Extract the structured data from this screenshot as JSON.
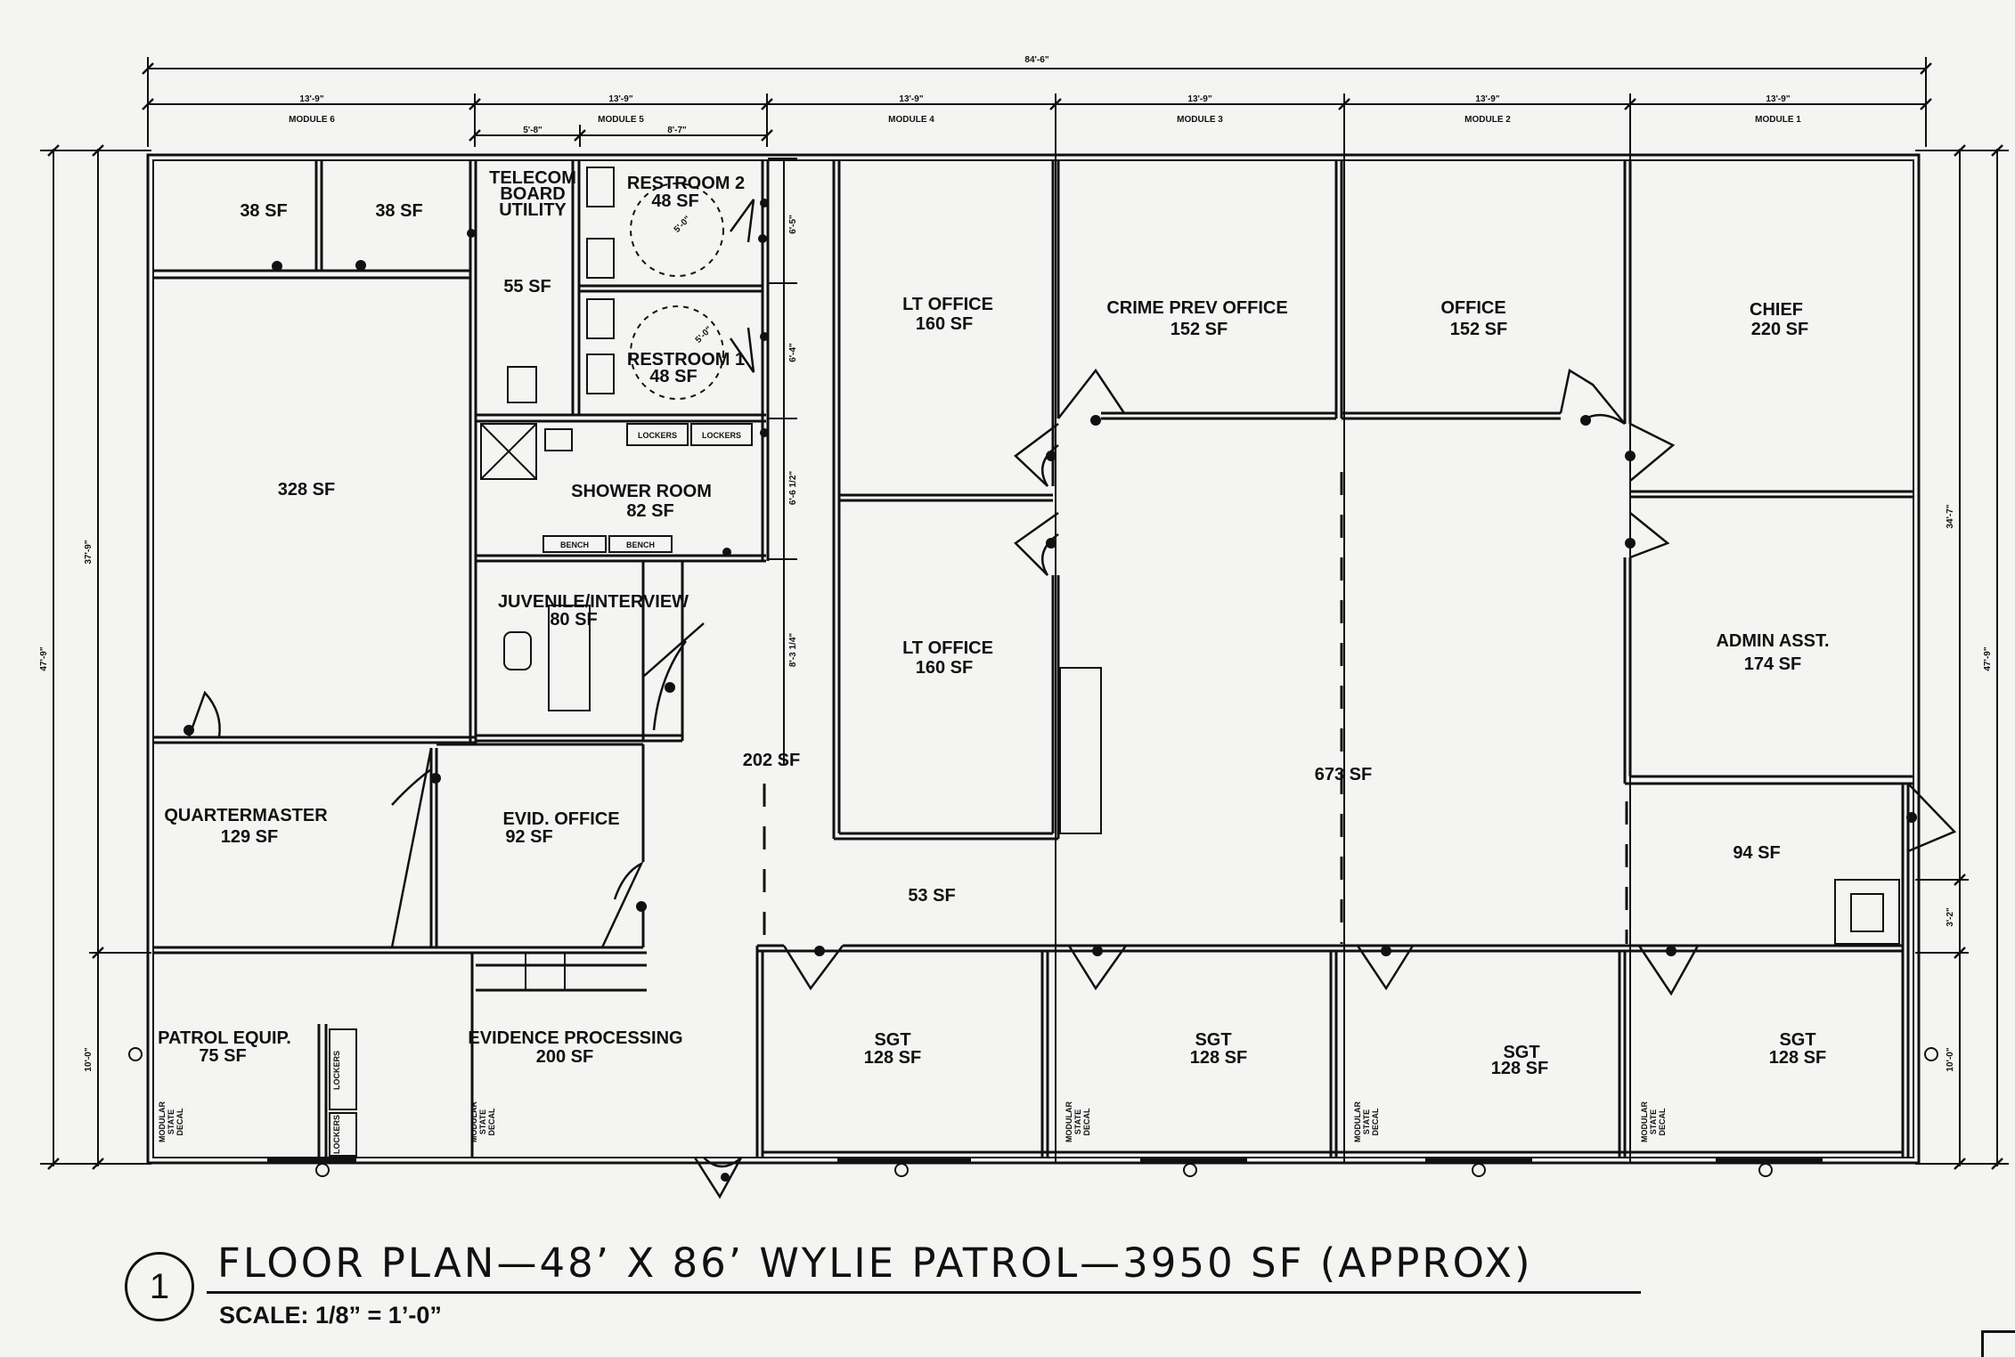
{
  "title": {
    "number": "1",
    "text": "FLOOR PLAN—48’ X 86’ WYLIE PATROL—3950 SF (APPROX)",
    "scale": "SCALE: 1/8” = 1’-0”"
  },
  "dimensions": {
    "overall_width": "84'-6\"",
    "module_width": "13'-9\"",
    "sub_left": "5'-8\"",
    "sub_right": "8'-7\"",
    "height_left_outer": "47'-9\"",
    "height_left_inner": "37'-9\"",
    "height_left_lower": "10'-0\"",
    "height_right_outer": "47'-9\"",
    "height_right_inner": "34'-7\"",
    "height_right_mid": "3'-2\"",
    "height_right_lower": "10'-0\"",
    "corridor_a": "6'-5\"",
    "corridor_b": "6'-4\"",
    "corridor_c": "6'-6 1/2\"",
    "corridor_d": "8'-3 1/4\"",
    "restroom_dim_1": "5'-0\"",
    "restroom_dim_2": "5'-0\""
  },
  "modules": [
    "MODULE 6",
    "MODULE 5",
    "MODULE 4",
    "MODULE 3",
    "MODULE 2",
    "MODULE 1"
  ],
  "rooms": {
    "closet_a": "38 SF",
    "closet_b": "38 SF",
    "telecom_1": "TELECOM",
    "telecom_2": "BOARD",
    "telecom_3": "UTILITY",
    "telecom_sf": "55 SF",
    "restroom2_name": "RESTROOM 2",
    "restroom2_sf": "48 SF",
    "restroom1_name": "RESTROOM 1",
    "restroom1_sf": "48 SF",
    "lockers": "LOCKERS",
    "bench": "BENCH",
    "shower_name": "SHOWER ROOM",
    "shower_sf": "82 SF",
    "juvenile_name": "JUVENILE/INTERVIEW",
    "juvenile_sf": "80 SF",
    "big_room_sf": "328 SF",
    "corridor_sf": "202 SF",
    "lt_office_1_name": "LT OFFICE",
    "lt_office_1_sf": "160 SF",
    "lt_office_2_name": "LT OFFICE",
    "lt_office_2_sf": "160 SF",
    "crime_name": "CRIME PREV OFFICE",
    "crime_sf": "152 SF",
    "office_name": "OFFICE",
    "office_sf": "152 SF",
    "chief_name": "CHIEF",
    "chief_sf": "220 SF",
    "admin_name": "ADMIN ASST.",
    "admin_sf": "174 SF",
    "open_sf": "673 SF",
    "vestibule_sf": "94 SF",
    "quarter_name": "QUARTERMASTER",
    "quarter_sf": "129 SF",
    "evid_office_name": "EVID. OFFICE",
    "evid_office_sf": "92 SF",
    "hall_sf": "53 SF",
    "patrol_name": "PATROL EQUIP.",
    "patrol_sf": "75 SF",
    "evid_proc_name": "EVIDENCE PROCESSING",
    "evid_proc_sf": "200 SF",
    "sgt_name": "SGT",
    "sgt_sf": "128 SF",
    "decal_1": "MODULAR",
    "decal_2": "STATE",
    "decal_3": "DECAL"
  }
}
